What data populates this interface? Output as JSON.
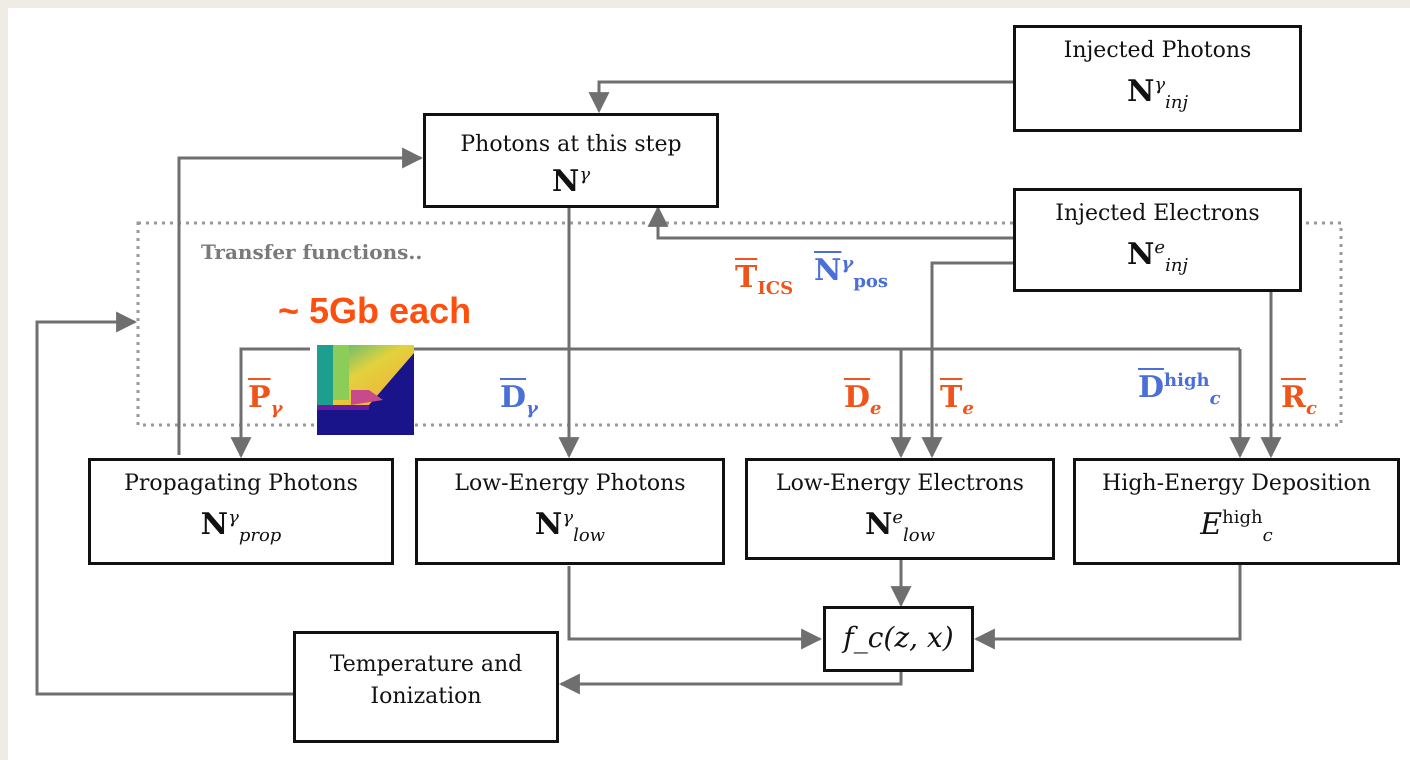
{
  "boxes": {
    "injected_photons": {
      "title": "Injected Photons",
      "sym": "N",
      "sup": "γ",
      "sub": "inj"
    },
    "photons_step": {
      "title": "Photons at this step",
      "sym": "N",
      "sup": "γ",
      "sub": ""
    },
    "injected_electrons": {
      "title": "Injected Electrons",
      "sym": "N",
      "sup": "e",
      "sub": "inj"
    },
    "propagating_photons": {
      "title": "Propagating Photons",
      "sym": "N",
      "sup": "γ",
      "sub": "prop"
    },
    "low_energy_photons": {
      "title": "Low-Energy Photons",
      "sym": "N",
      "sup": "γ",
      "sub": "low"
    },
    "low_energy_electrons": {
      "title": "Low-Energy Electrons",
      "sym": "N",
      "sup": "e",
      "sub": "low"
    },
    "high_energy_deposition": {
      "title": "High-Energy Deposition",
      "sym": "E",
      "sup": "high",
      "sub": "c"
    },
    "fc": {
      "label": "f_c(z, x)"
    },
    "temperature": {
      "line1": "Temperature and",
      "line2": "Ionization"
    }
  },
  "transfer_label": "Transfer functions..",
  "size_note": "~ 5Gb each",
  "labels": {
    "P_gamma": {
      "sym": "P",
      "sub": "γ"
    },
    "T_ICS": {
      "sym": "T",
      "sub": "ICS"
    },
    "N_pos": {
      "sym": "N",
      "sup": "γ",
      "sub": "pos"
    },
    "D_gamma": {
      "sym": "D",
      "sub": "γ"
    },
    "D_e": {
      "sym": "D",
      "sub": "e"
    },
    "T_e": {
      "sym": "T",
      "sub": "e"
    },
    "D_c_high": {
      "sym": "D",
      "sup": "high",
      "sub": "c"
    },
    "R_c": {
      "sym": "R",
      "sub": "c"
    }
  },
  "colors": {
    "orange": "#f0541b",
    "blue": "#4a6fd9",
    "wire": "#6f6f6f",
    "dotted": "#999999"
  }
}
